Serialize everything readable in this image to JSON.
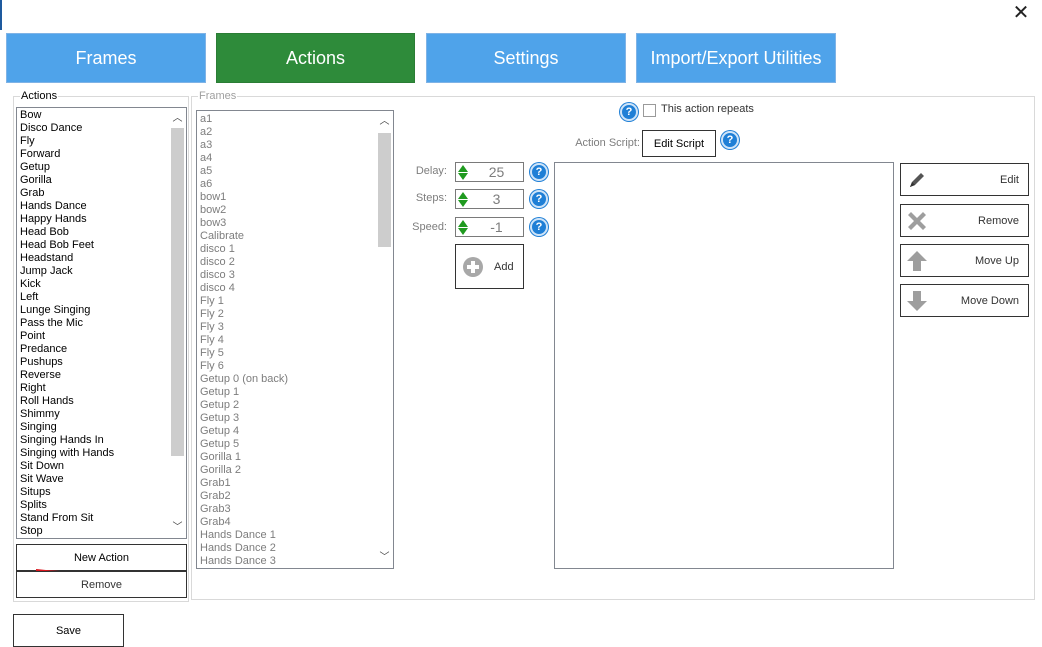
{
  "window": {
    "close_glyph": "✕"
  },
  "tabs": [
    {
      "label": "Frames",
      "color": "#4fa3ea"
    },
    {
      "label": "Actions",
      "color": "#2e8b3a"
    },
    {
      "label": "Settings",
      "color": "#4fa3ea"
    },
    {
      "label": "Import/Export Utilities",
      "color": "#4fa3ea"
    }
  ],
  "actions_group": {
    "legend": "Actions",
    "items": [
      "Bow",
      "Disco Dance",
      "Fly",
      "Forward",
      "Getup",
      "Gorilla",
      "Grab",
      "Hands Dance",
      "Happy Hands",
      "Head Bob",
      "Head Bob Feet",
      "Headstand",
      "Jump Jack",
      "Kick",
      "Left",
      "Lunge Singing",
      "Pass the Mic",
      "Point",
      "Predance",
      "Pushups",
      "Reverse",
      "Right",
      "Roll Hands",
      "Shimmy",
      "Singing",
      "Singing Hands In",
      "Singing with Hands",
      "Sit Down",
      "Sit Wave",
      "Situps",
      "Splits",
      "Stand From Sit",
      "Stop"
    ],
    "new_action_label": "New Action",
    "remove_label": "Remove"
  },
  "frames_group": {
    "legend": "Frames",
    "items": [
      "a1",
      "a2",
      "a3",
      "a4",
      "a5",
      "a6",
      "bow1",
      "bow2",
      "bow3",
      "Calibrate",
      "disco 1",
      "disco 2",
      "disco 3",
      "disco 4",
      "Fly 1",
      "Fly 2",
      "Fly 3",
      "Fly 4",
      "Fly 5",
      "Fly 6",
      "Getup 0 (on back)",
      "Getup 1",
      "Getup 2",
      "Getup 3",
      "Getup 4",
      "Getup 5",
      "Gorilla 1",
      "Gorilla 2",
      "Grab1",
      "Grab2",
      "Grab3",
      "Grab4",
      "Hands Dance 1",
      "Hands Dance 2",
      "Hands Dance 3"
    ]
  },
  "editor": {
    "help_glyph": "?",
    "repeats_label": "This action repeats",
    "repeats_checked": false,
    "script_label": "Action Script:",
    "edit_script_label": "Edit Script",
    "delay_label": "Delay:",
    "delay_value": "25",
    "steps_label": "Steps:",
    "steps_value": "3",
    "speed_label": "Speed:",
    "speed_value": "-1",
    "add_label": "Add"
  },
  "side_buttons": {
    "edit": "Edit",
    "remove": "Remove",
    "move_up": "Move Up",
    "move_down": "Move Down"
  },
  "save_label": "Save",
  "annotation_color": "#d9141c"
}
